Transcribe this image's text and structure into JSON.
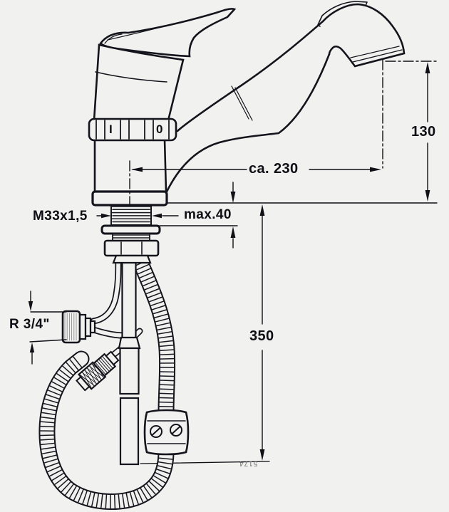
{
  "drawing": {
    "subject": "single-lever kitchen mixer tap with pull-out spray, dimensioned installation drawing",
    "background_color": "#f1f1ef",
    "ink_color": "#14141c",
    "labels": {
      "spout_height": "130",
      "spout_reach": "ca. 230",
      "deck_thickness": "max.40",
      "hose_drop": "350",
      "shank_thread": "M33x1,5",
      "hose_connection": "R 3/4\"",
      "valve_open": "I",
      "valve_closed": "0",
      "drawing_number": "5174"
    },
    "dimensions_mm": {
      "spout_height": 130,
      "spout_reach_approx": 230,
      "max_deck_thickness": 40,
      "hose_drop_below_deck": 350
    }
  }
}
